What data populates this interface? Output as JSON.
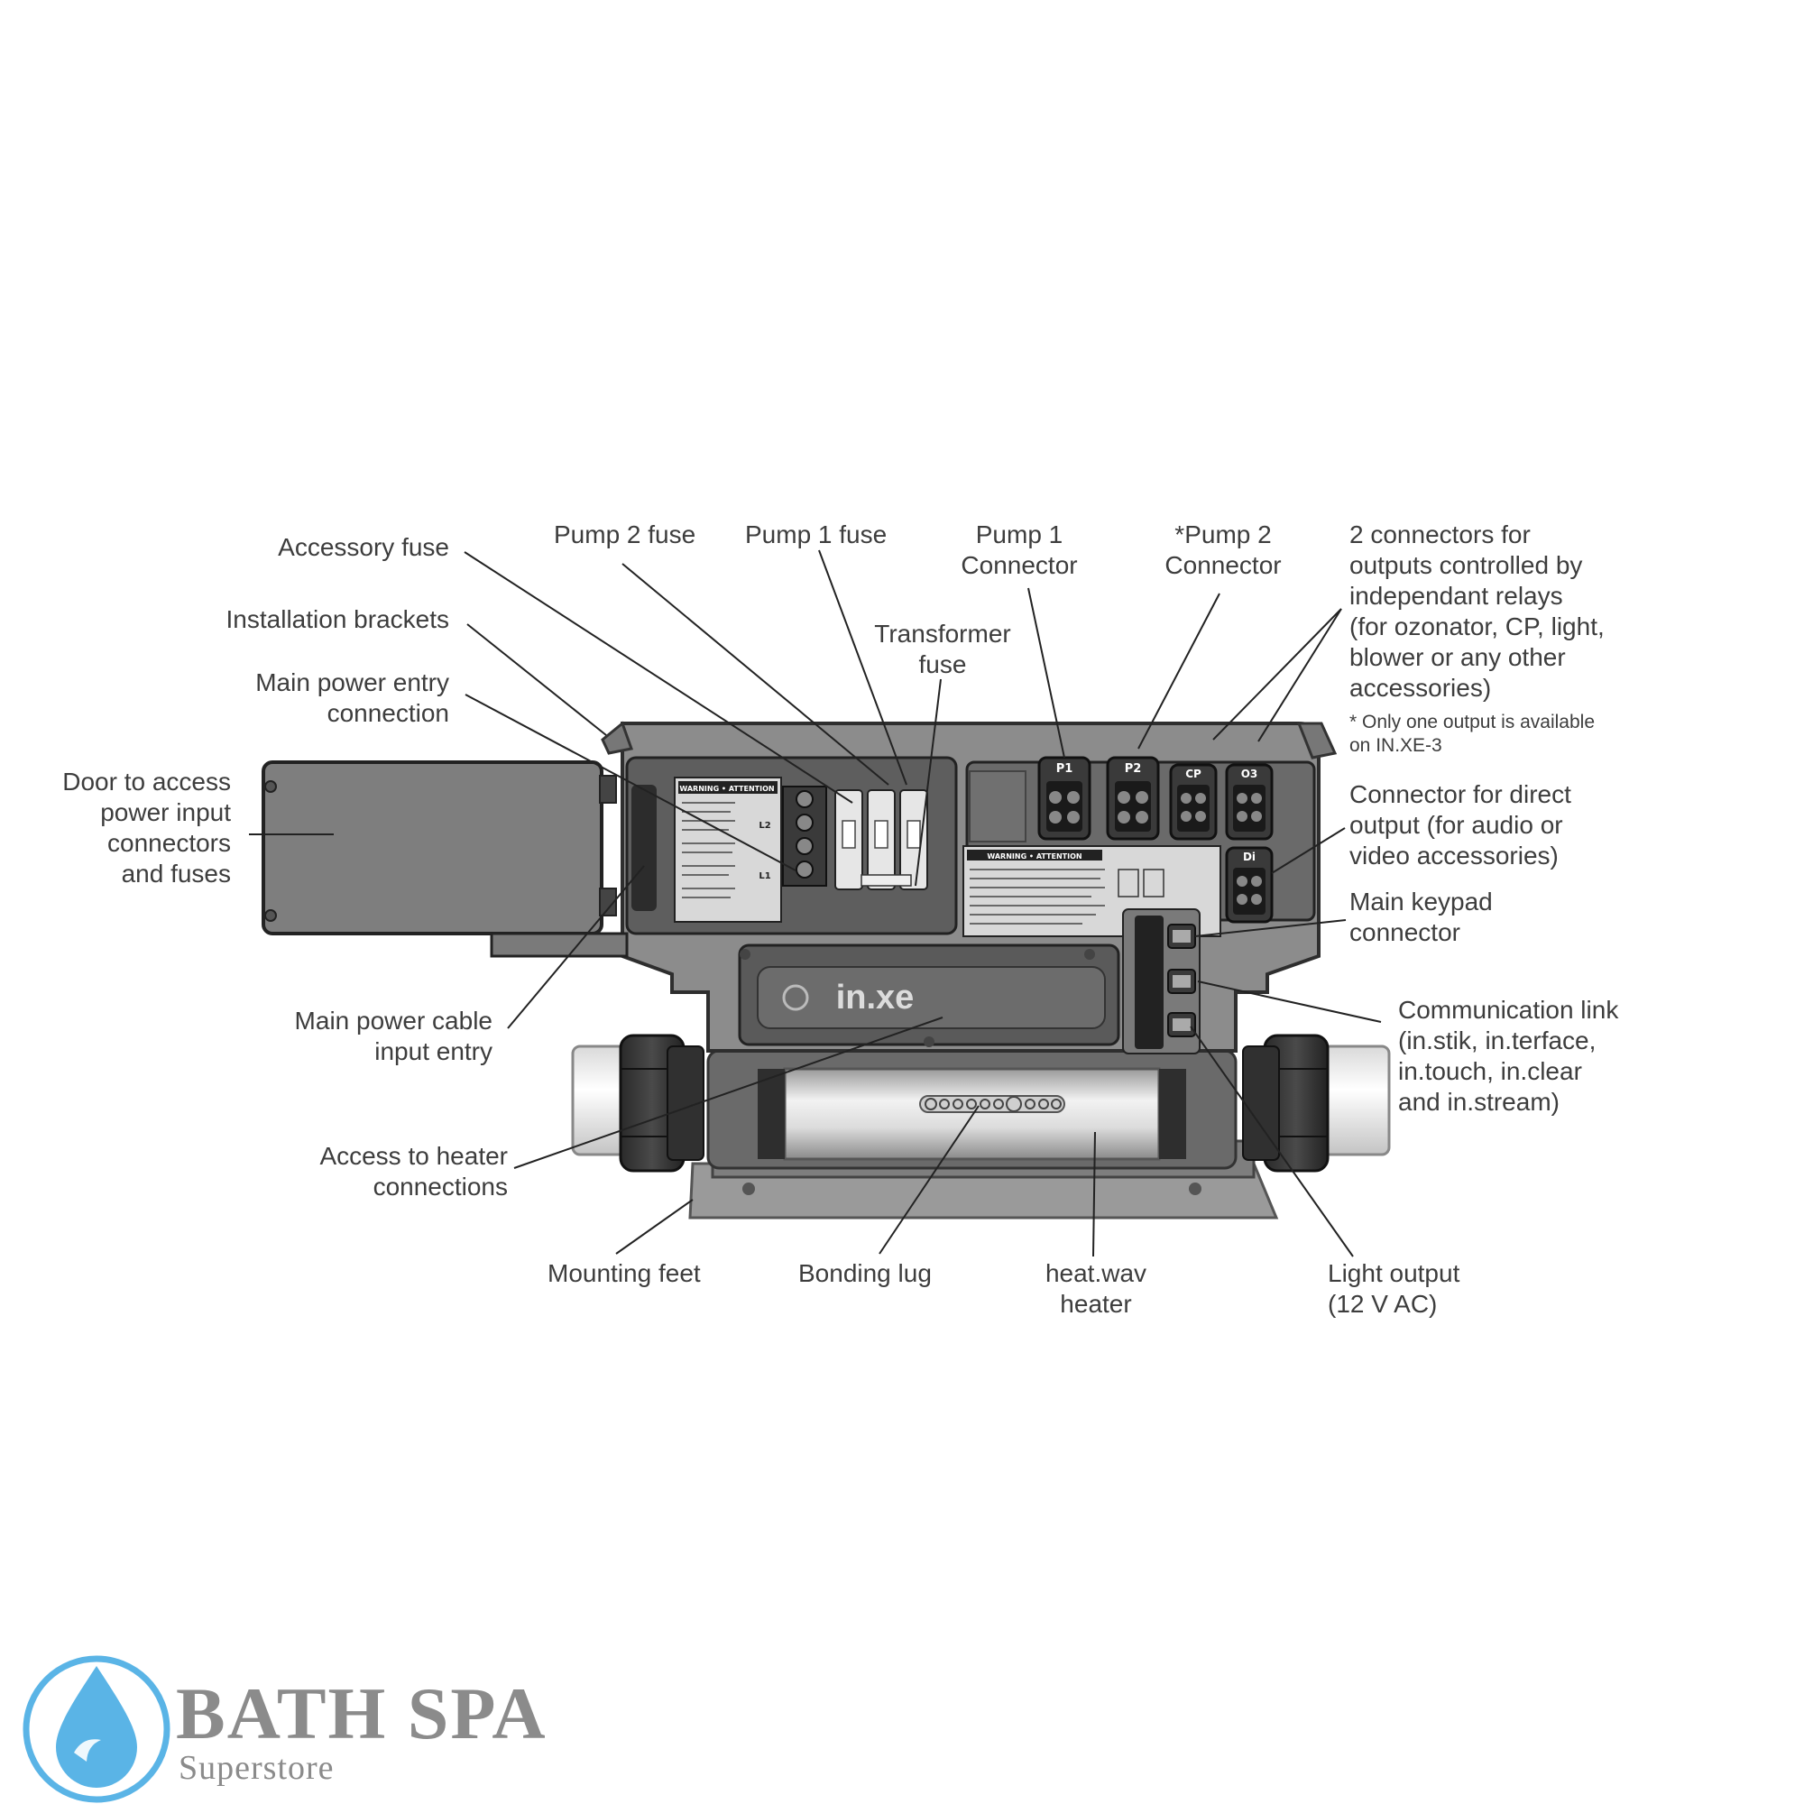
{
  "labels": {
    "accessory_fuse": "Accessory fuse",
    "installation_brackets": "Installation brackets",
    "main_power_entry": "Main power entry\nconnection",
    "door": "Door to access\npower input\nconnectors\nand fuses",
    "main_power_cable": "Main power cable\ninput entry",
    "access_heater": "Access to heater\nconnections",
    "mounting_feet": "Mounting feet",
    "bonding_lug": "Bonding lug",
    "heater": "heat.wav\nheater",
    "light_output": "Light output\n(12 V AC)",
    "pump2_fuse": "Pump 2 fuse",
    "pump1_fuse": "Pump 1 fuse",
    "transformer_fuse": "Transformer\nfuse",
    "pump1_connector": "Pump 1\nConnector",
    "pump2_connector": "*Pump 2\nConnector",
    "relay_connectors": "2 connectors for\noutputs controlled by\nindependant relays\n(for ozonator, CP, light,\nblower or any other\naccessories)",
    "relay_note": "* Only one output is available\n   on IN.XE-3",
    "direct_output": "Connector for direct\noutput (for audio or\nvideo accessories)",
    "keypad_connector": "Main keypad\nconnector",
    "comm_link": "Communication link\n(in.stik, in.terface,\nin.touch, in.clear\nand in.stream)"
  },
  "device": {
    "brand_text": "in.xe",
    "port_p1": "P1",
    "port_p2": "P2",
    "port_cp": "CP",
    "port_o3": "O3",
    "port_di": "Di",
    "l1": "L1",
    "l2": "L2",
    "warning_text": "WARNING • ATTENTION",
    "warning_text_2": "WARNING • ATTENTION"
  },
  "brand": {
    "name": "BATH SPA",
    "tagline": "Superstore",
    "logo_color": "#5ab4e6"
  }
}
